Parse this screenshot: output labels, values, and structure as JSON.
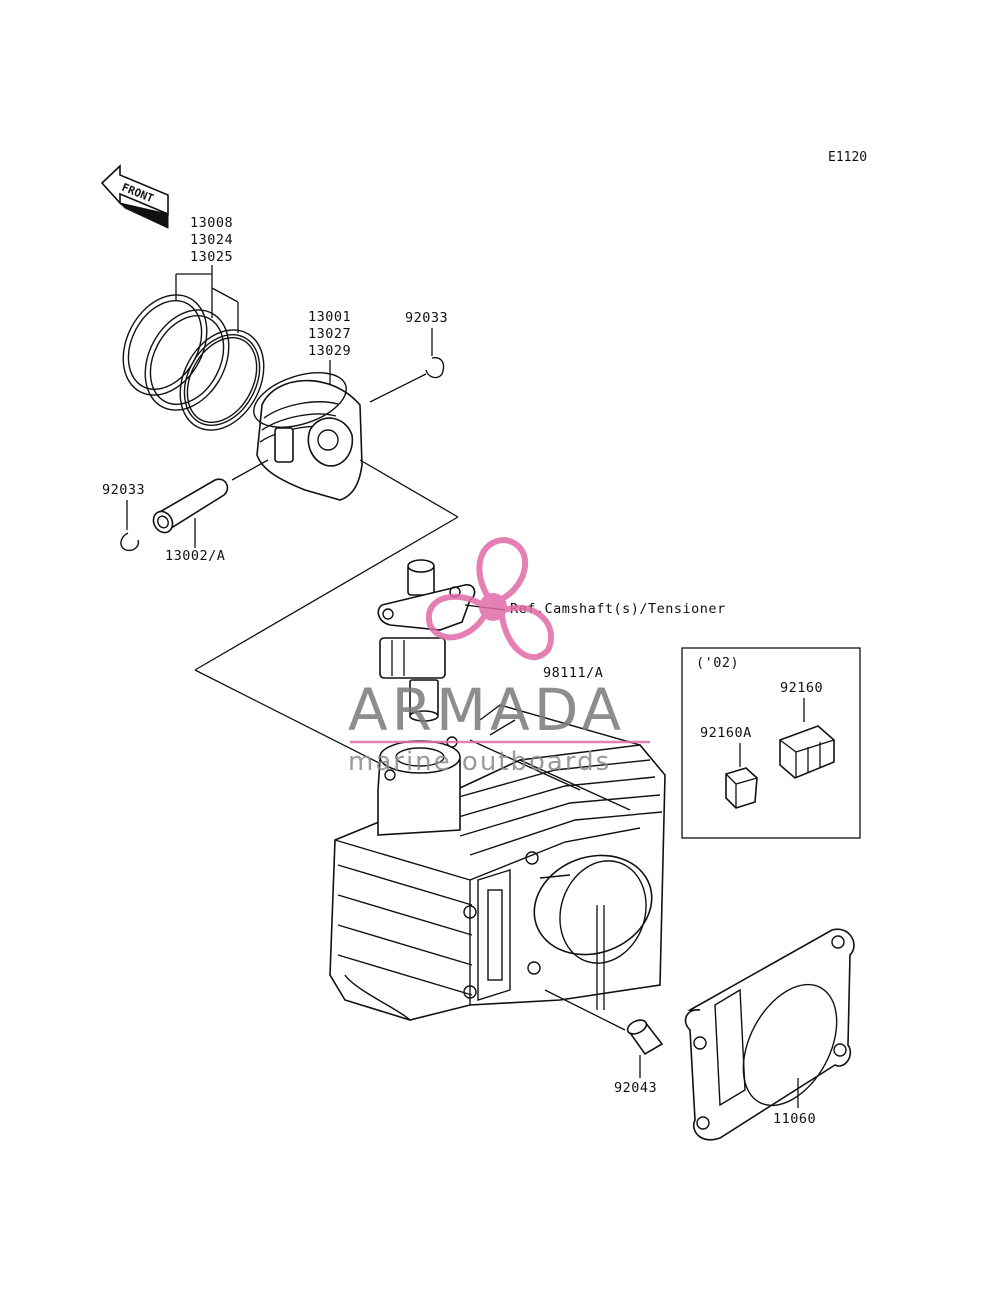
{
  "diagram_code": "E1120",
  "front_label": "FRONT",
  "labels": {
    "rings": [
      "13008",
      "13024",
      "13025"
    ],
    "piston": [
      "13001",
      "13027",
      "13029"
    ],
    "clip_right": "92033",
    "clip_left": "92033",
    "pin": "13002/A",
    "ref_camshaft": "Ref.Camshaft(s)/Tensioner",
    "tensioner_part": "98111/A",
    "dowel": "92043",
    "gasket": "11060"
  },
  "inset": {
    "title": "('02)",
    "label_a": "92160",
    "label_b": "92160A"
  },
  "watermark": {
    "brand": "ARMADA",
    "tagline": "marine outboards",
    "accent_color": "#e06aa6"
  }
}
